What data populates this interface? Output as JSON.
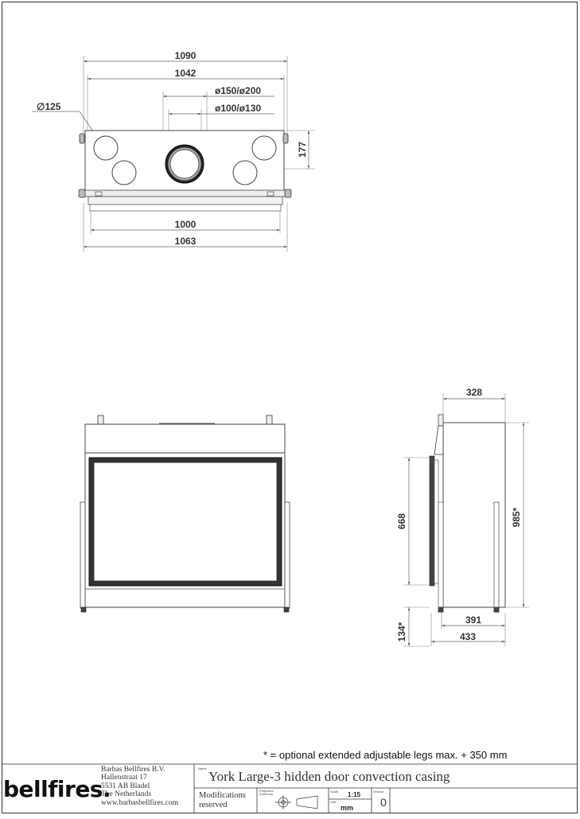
{
  "drawing": {
    "top_view": {
      "dims": {
        "overall_width": "1090",
        "inner_width": "1042",
        "flue_outer": "ø150/ø200",
        "flue_inner": "ø100/ø130",
        "vent_diameter": "∅125",
        "depth": "177",
        "frame_width": "1000",
        "base_width": "1063"
      }
    },
    "side_view": {
      "dims": {
        "depth": "328",
        "glass_height": "668",
        "total_height": "985*",
        "leg_height": "134*",
        "base_depth": "391",
        "overall_depth": "433"
      }
    },
    "note": "* = optional extended adjustable legs max. + 350 mm"
  },
  "title_block": {
    "logo": "bellfires.",
    "company_lines": [
      "Barbas Bellfires B.V.",
      "Hallenstraat 17",
      "5531 AB Bladel",
      "The Netherlands",
      "www.barbasbellfires.com"
    ],
    "name_label": "Name",
    "title": "York Large-3 hidden door convection casing",
    "modifications": [
      "Modifications",
      "reserved"
    ],
    "projection_label": "Projection American",
    "scale_label": "Scale",
    "scale": "1:15",
    "unit_label": "Unit",
    "unit": "mm",
    "version_label": "Version",
    "version": "0"
  }
}
